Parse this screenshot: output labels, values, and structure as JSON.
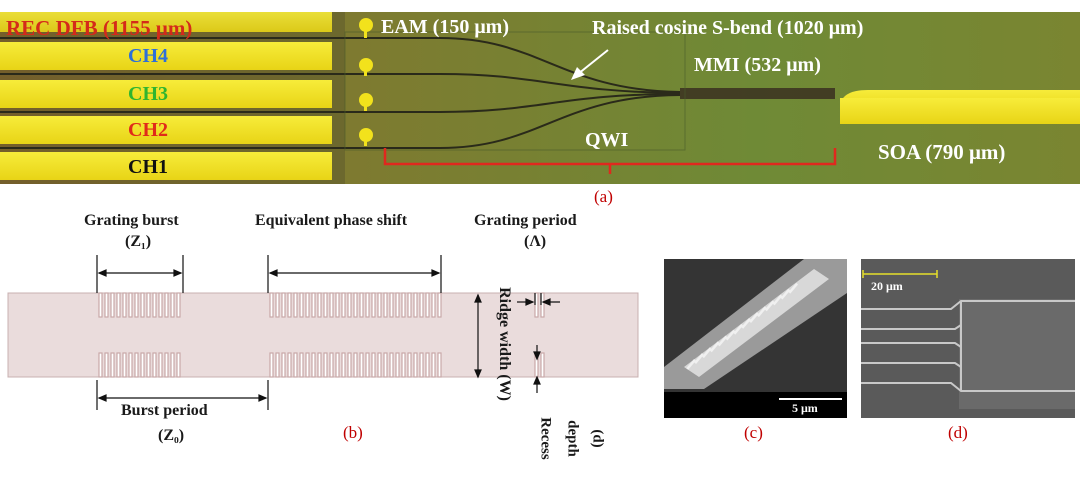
{
  "panel_a": {
    "caption": "(a)",
    "labels": {
      "rec_dfb": "REC DFB (1155 μm)",
      "ch4": "CH4",
      "ch3": "CH3",
      "ch2": "CH2",
      "ch1": "CH1",
      "eam": "EAM (150 μm)",
      "sbend": "Raised cosine S-bend (1020 μm)",
      "mmi": "MMI (532 μm)",
      "qwi": "QWI",
      "soa": "SOA (790 μm)"
    },
    "colors": {
      "rec_dfb": "#d42a1a",
      "ch4": "#2d6fd8",
      "ch3": "#2fb52f",
      "ch2": "#e02a1a",
      "ch1": "#111111",
      "white_labels": "#ffffff",
      "bracket": "#e0281e",
      "gold": "#f2e21c"
    }
  },
  "panel_b": {
    "caption": "(b)",
    "labels": {
      "grating_burst": "Grating burst",
      "z1": "(Z₁)",
      "equiv_phase": "Equivalent phase shift",
      "grating_period": "Grating period",
      "lambda": "(Λ)",
      "burst_period": "Burst period",
      "z0": "(Z₀)",
      "ridge_width": "Ridge width",
      "w": "(W)",
      "recess": "Recess",
      "depth": "depth",
      "d": "(d)"
    }
  },
  "panel_c": {
    "caption": "(c)",
    "scale": "5 μm"
  },
  "panel_d": {
    "caption": "(d)",
    "scale": "20 μm"
  }
}
